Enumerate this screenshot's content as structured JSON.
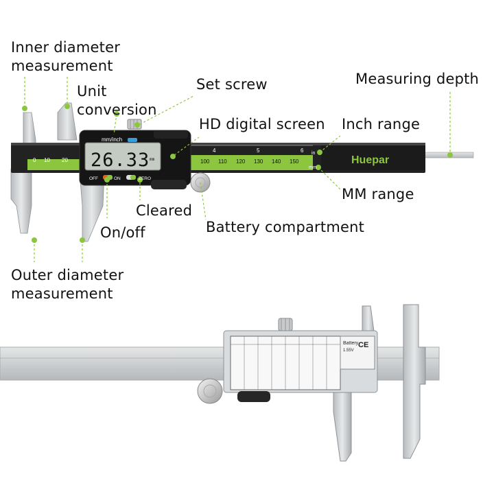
{
  "labels": {
    "inner_diameter": [
      "Inner diameter",
      "measurement"
    ],
    "unit_conversion": [
      "Unit",
      "conversion"
    ],
    "set_screw": "Set screw",
    "hd_digital_screen": "HD digital screen",
    "measuring_depth": "Measuring depth",
    "inch_range": "Inch range",
    "mm_range": "MM range",
    "cleared": "Cleared",
    "battery_compartment": "Battery compartment",
    "on_off": "On/off",
    "outer_diameter": [
      "Outer diameter",
      "measurement"
    ]
  },
  "caliper": {
    "display_value": "26.33",
    "display_unit": "mm",
    "unit_button": "mm/inch",
    "off_label": "OFF",
    "on_label": "ON",
    "zero_label": "ZERO",
    "brand": "Huepar",
    "inch_scale_marks": [
      "4",
      "5",
      "6"
    ],
    "inch_unit": "in",
    "mm_unit": "mm",
    "mm_scale_left": [
      "0",
      "10",
      "20"
    ],
    "mm_scale_right": [
      "100",
      "110",
      "120",
      "130",
      "140",
      "150"
    ],
    "battery_label": "Battery",
    "battery_voltage": "1.55V",
    "ce_mark": "CE"
  },
  "colors": {
    "accent_green": "#8cc63f",
    "callout_line": "#8cc63f",
    "scale_bar": "#1f1f1f",
    "steel": "#cfd2d4",
    "lcd": "#c4cbc2"
  }
}
